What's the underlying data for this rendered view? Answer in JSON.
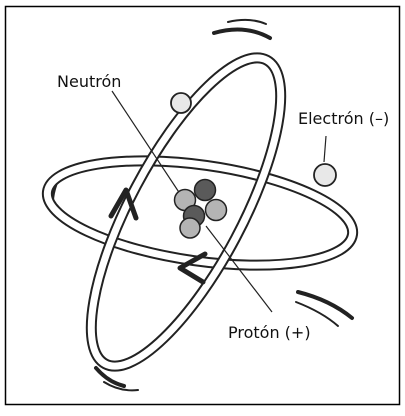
{
  "labels": {
    "neutron": "Neutrón",
    "electron": "Electrón (–)",
    "proton": "Protón (+)"
  },
  "colors": {
    "background": "#ffffff",
    "frame": "#000000",
    "orbit_stroke": "#222222",
    "orbit_fill": "#ffffff",
    "proton_fill": "#5a5a5a",
    "neutron_fill": "#b4b4b4",
    "electron_fill": "#e8e8e8",
    "text": "#111111"
  },
  "icons": {
    "orbit_direction": "arrowhead-icon",
    "motion_strokes": "motion-lines-icon"
  }
}
